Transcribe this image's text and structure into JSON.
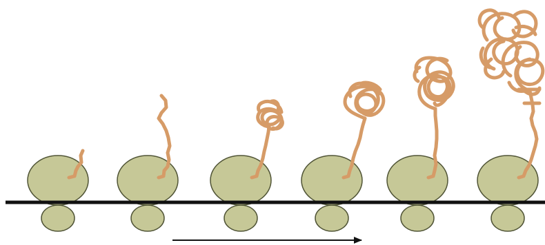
{
  "colors": {
    "background": "#ffffff",
    "ribosome_fill": "#c6c897",
    "ribosome_stroke": "#505436",
    "peptide": "#d69b67",
    "mrna": "#111111",
    "arrow": "#111111"
  },
  "stages": [
    {
      "step": 1,
      "chain": "short"
    },
    {
      "step": 2,
      "chain": "extended"
    },
    {
      "step": 3,
      "chain": "small-coil"
    },
    {
      "step": 4,
      "chain": "medium-coil"
    },
    {
      "step": 5,
      "chain": "large-coil"
    },
    {
      "step": 6,
      "chain": "folded-protein"
    }
  ],
  "direction_arrow": {
    "direction": "right"
  }
}
